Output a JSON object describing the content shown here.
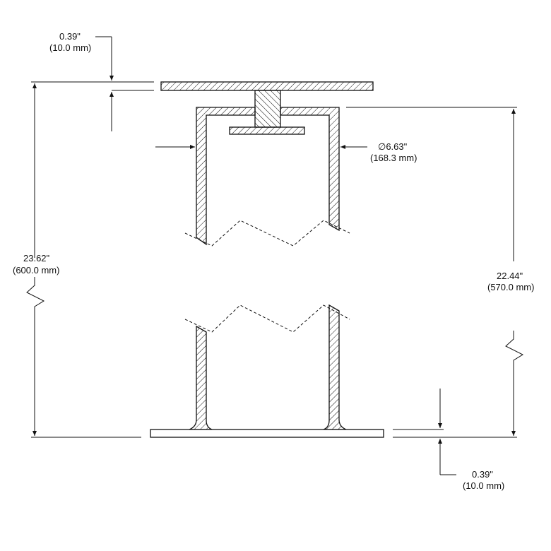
{
  "dimensions": {
    "top_plate_thickness": {
      "inch": "0.39\"",
      "mm": "(10.0 mm)"
    },
    "pipe_diameter": {
      "inch": "∅6.63\"",
      "mm": "(168.3 mm)"
    },
    "overall_height": {
      "inch": "23.62\"",
      "mm": "(600.0 mm)"
    },
    "pipe_height": {
      "inch": "22.44\"",
      "mm": "(570.0 mm)"
    },
    "base_plate_thickness": {
      "inch": "0.39\"",
      "mm": "(10.0 mm)"
    }
  },
  "colors": {
    "line": "#111111",
    "background": "#ffffff"
  }
}
